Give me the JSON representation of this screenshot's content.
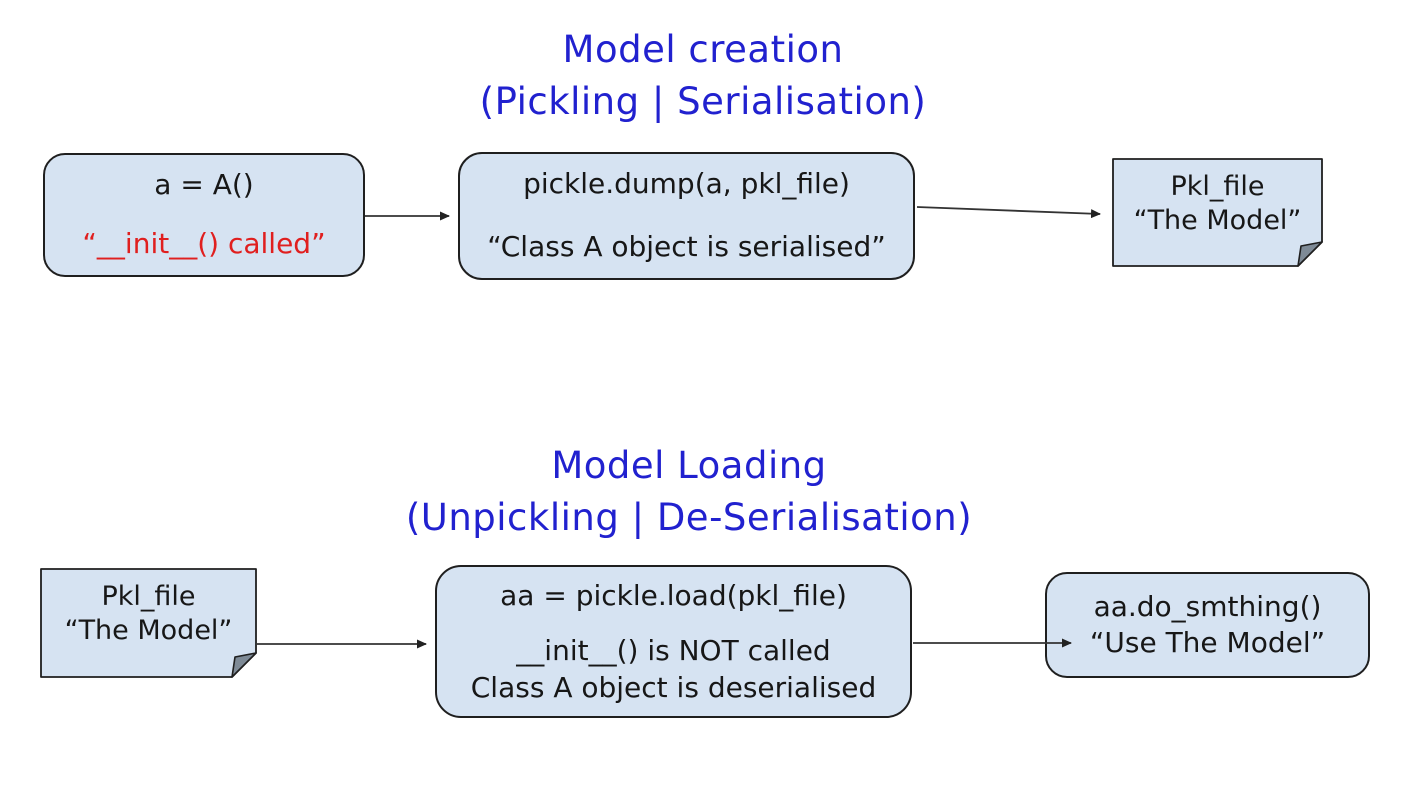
{
  "colors": {
    "title_blue": "#2121cf",
    "warning_red": "#e01f1f",
    "box_fill": "#d6e3f2",
    "box_border": "#1f1f1f",
    "arrow": "#333333",
    "fold_gray": "#7e8a96"
  },
  "top": {
    "title_line1": "Model creation",
    "title_line2": "(Pickling | Serialisation)",
    "box_a": {
      "line1": "a = A()",
      "line2": "“__init__() called”"
    },
    "box_b": {
      "line1": "pickle.dump(a, pkl_file)",
      "line2": "“Class A object is serialised”"
    },
    "note": {
      "line1": "Pkl_file",
      "line2": "“The Model”"
    }
  },
  "bottom": {
    "title_line1": "Model Loading",
    "title_line2": "(Unpickling | De-Serialisation)",
    "note": {
      "line1": "Pkl_file",
      "line2": "“The Model”"
    },
    "box_c": {
      "line1": "aa = pickle.load(pkl_file)",
      "line2": "__init__() is NOT called",
      "line3": "Class A object is deserialised"
    },
    "box_d": {
      "line1": "aa.do_smthing()",
      "line2": "“Use The Model”"
    }
  }
}
